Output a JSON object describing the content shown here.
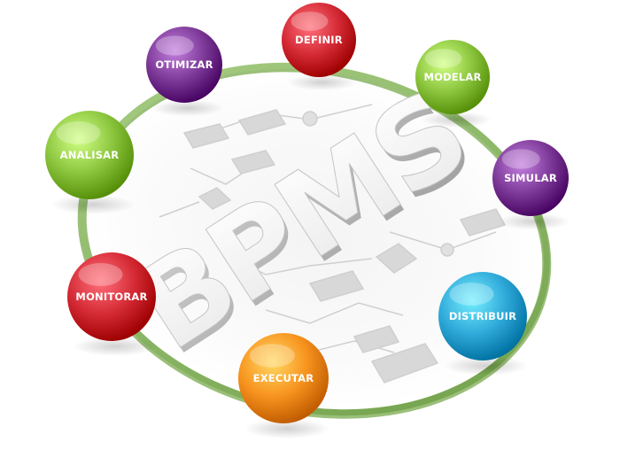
{
  "center": {
    "title": "BPMS"
  },
  "cycle": {
    "ring_color": "#8fb86a",
    "nodes": [
      {
        "id": "definir",
        "label": "DEFINIR",
        "color": "#d42a35"
      },
      {
        "id": "modelar",
        "label": "MODELAR",
        "color": "#8cc63f"
      },
      {
        "id": "simular",
        "label": "SIMULAR",
        "color": "#7e3a98"
      },
      {
        "id": "distribuir",
        "label": "DISTRIBUIR",
        "color": "#2fa9d9"
      },
      {
        "id": "executar",
        "label": "EXECUTAR",
        "color": "#f7931e"
      },
      {
        "id": "monitorar",
        "label": "MONITORAR",
        "color": "#d42a35"
      },
      {
        "id": "analisar",
        "label": "ANALISAR",
        "color": "#8cc63f"
      },
      {
        "id": "otimizar",
        "label": "OTIMIZAR",
        "color": "#7e3a98"
      }
    ]
  }
}
